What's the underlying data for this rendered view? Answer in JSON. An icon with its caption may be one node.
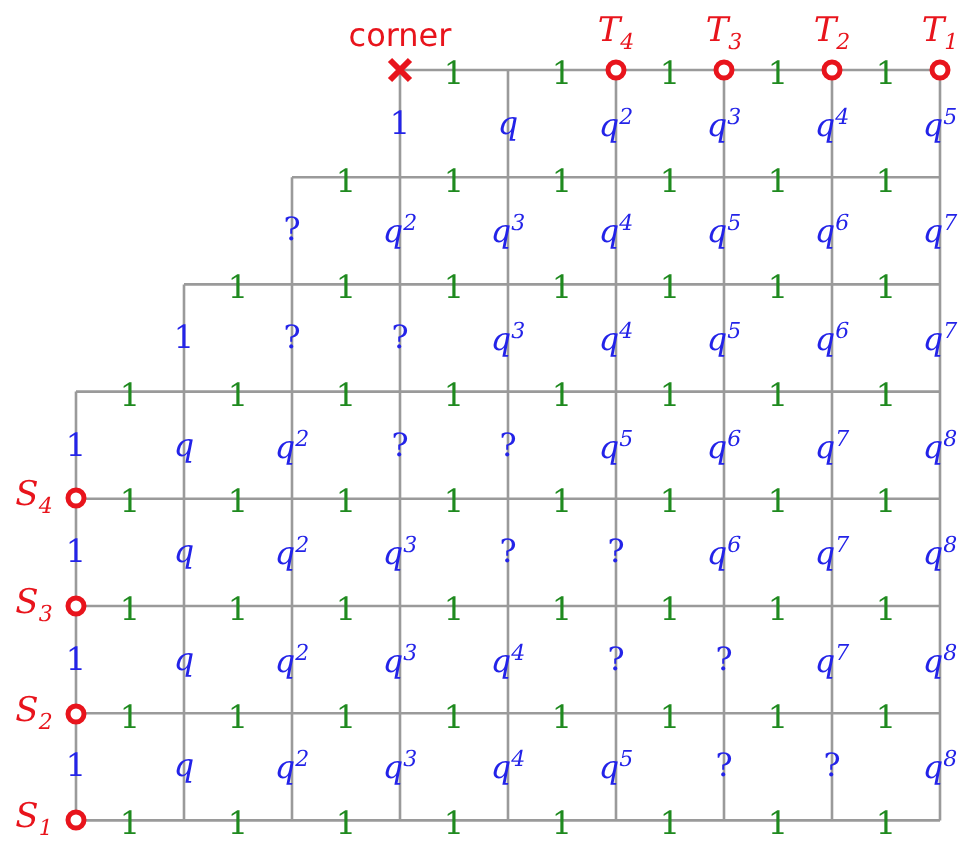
{
  "diagram": {
    "nodes": [
      {
        "text": [
          "corner"
        ]
      },
      {
        "text": [
          "T$_{4}$"
        ]
      },
      {
        "text": [
          "T$_{3}$"
        ]
      },
      {
        "text": [
          "T$_{2}$"
        ]
      },
      {
        "text": [
          "T$_{1}$"
        ]
      },
      {
        "text": [
          "S$_{4}$"
        ]
      },
      {
        "text": [
          "S$_{3}$"
        ]
      },
      {
        "text": [
          "S$_{2}$"
        ]
      },
      {
        "text": [
          "S$_{1}$"
        ]
      }
    ],
    "labels": [
      "1",
      "1",
      "1",
      "1",
      "1",
      "1",
      "q",
      "q$^{2}$",
      "q$^{3}$",
      "q$^{4}$",
      "q$^{5}$",
      "1",
      "1",
      "1",
      "1",
      "1",
      "1",
      "?",
      "q$^{2}$",
      "q$^{3}$",
      "q$^{4}$",
      "q$^{5}$",
      "q$^{6}$",
      "q$^{7}$",
      "1",
      "1",
      "1",
      "1",
      "1",
      "1",
      "1",
      "1",
      "?",
      "?",
      "q$^{3}$",
      "q$^{4}$",
      "q$^{5}$",
      "q$^{6}$",
      "q$^{7}$",
      "1",
      "1",
      "1",
      "1",
      "1",
      "1",
      "1",
      "1",
      "1",
      "q",
      "q$^{2}$",
      "?",
      "?",
      "q$^{5}$",
      "q$^{6}$",
      "q$^{7}$",
      "q$^{8}$",
      "1",
      "1",
      "1",
      "1",
      "1",
      "1",
      "1",
      "1",
      "1",
      "q",
      "q$^{2}$",
      "q$^{3}$",
      "?",
      "?",
      "q$^{6}$",
      "q$^{7}$",
      "q$^{8}$",
      "1",
      "1",
      "1",
      "1",
      "1",
      "1",
      "1",
      "1",
      "1",
      "q",
      "q$^{2}$",
      "q$^{3}$",
      "q$^{4}$",
      "?",
      "?",
      "q$^{7}$",
      "q$^{8}$",
      "1",
      "1",
      "1",
      "1",
      "1",
      "1",
      "1",
      "1",
      "1",
      "q",
      "q$^{2}$",
      "q$^{3}$",
      "q$^{4}$",
      "q$^{5}$",
      "?",
      "?",
      "q$^{8}$",
      "1",
      "1",
      "1",
      "1",
      "1",
      "1",
      "1",
      "1"
    ]
  }
}
